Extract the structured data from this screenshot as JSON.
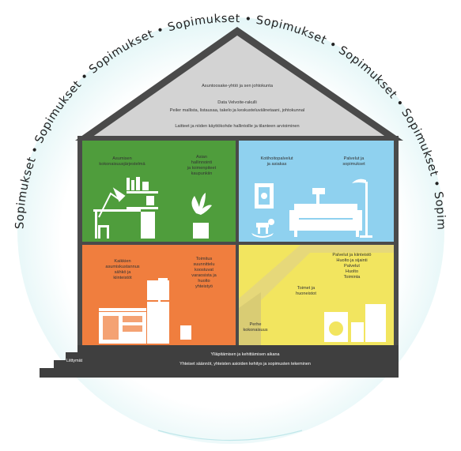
{
  "ring": {
    "text": "Sopimukset • Sopimukset • Sopimukset • Sopimukset • Sopimukset • Sopimukset • Sopimukset • Sopimukset • "
  },
  "roof": {
    "line1": "Asuntoosake-yhtiö ja sen johtokunta",
    "line2": "Data Velvoite-rakulli",
    "line3": "Peiler mallista, listausaa, takelo ja keskusteluvälinetaani, johtokunnal",
    "line4": "Laitteet ja niiden käyttökohde hallintoille ja tilanteen arvioiminen"
  },
  "rooms": {
    "green_left": "Asumisen\nkokonaisuusjärjestelmä",
    "green_right": "Asian\nhallinnointi\nja toimenpiteet\nkaupunkiin",
    "blue_left": "Kotihoitopalvelut\nja asiakas",
    "blue_right": "Palvelut ja\nsopimukset",
    "orange_left": "Kaikkien\nasumiskustannus\nsähkö ja\nkiinteistöt",
    "orange_right": "Toimitus\nsuunnittelu\nkoostuvat\nvaraosista ja\nhuolto\nyhteistyö",
    "yellow_top": "Palvelut ja kiinteistö\nHuolto ja sijainti\nPalvelut\nHuolto\nToiminta",
    "yellow_mid": "Toimet ja\nhuoneistot",
    "yellow_bottom": "Perhe\nkokonaisuus"
  },
  "base": {
    "label": "Liittymät",
    "line1": "Ylläpitämisen ja kehittämisen aikana",
    "line2": "Yhteiset säännöt, yhteisten asioiden kehitys ja sopimusten tekeminen"
  },
  "colors": {
    "roof": "#d3d3d3",
    "frame": "#4a4a4a",
    "green": "#4f9d3c",
    "blue": "#8fd1ef",
    "orange": "#f07e3e",
    "yellow": "#f2e55f",
    "base": "#3f3f3f"
  },
  "icons": [
    "desk-lamp-icon",
    "bookshelf-icon",
    "chair-icon",
    "potted-plant-icon",
    "sofa-icon",
    "floor-lamp-icon",
    "picture-frame-icon",
    "rocking-horse-icon",
    "kitchen-icon",
    "refrigerator-icon",
    "washing-machine-icon",
    "staircase-icon"
  ]
}
